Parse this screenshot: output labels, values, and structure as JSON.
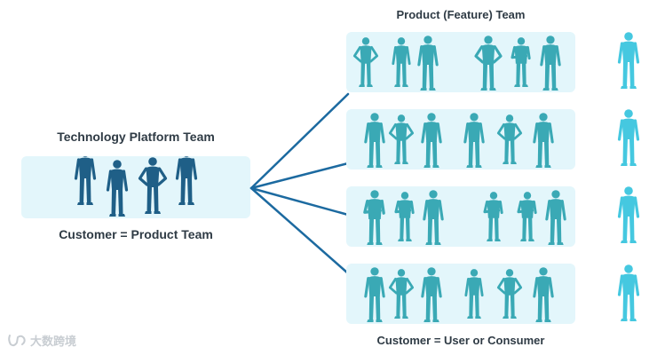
{
  "platform_team": {
    "title": "Technology Platform Team",
    "caption": "Customer = Product Team",
    "member_color": "#1f5f87"
  },
  "product_teams": {
    "title": "Product (Feature) Team",
    "caption": "Customer = User or Consumer",
    "member_color": "#3aa9b5",
    "row_count": 4,
    "members_per_row": 6
  },
  "consumers": {
    "color": "#45c8e0",
    "count": 4
  },
  "connector_color": "#1c6aa0",
  "panel_color": "#e3f6fb",
  "watermark": {
    "text": "大数跨境",
    "icon": "logo-icon"
  }
}
